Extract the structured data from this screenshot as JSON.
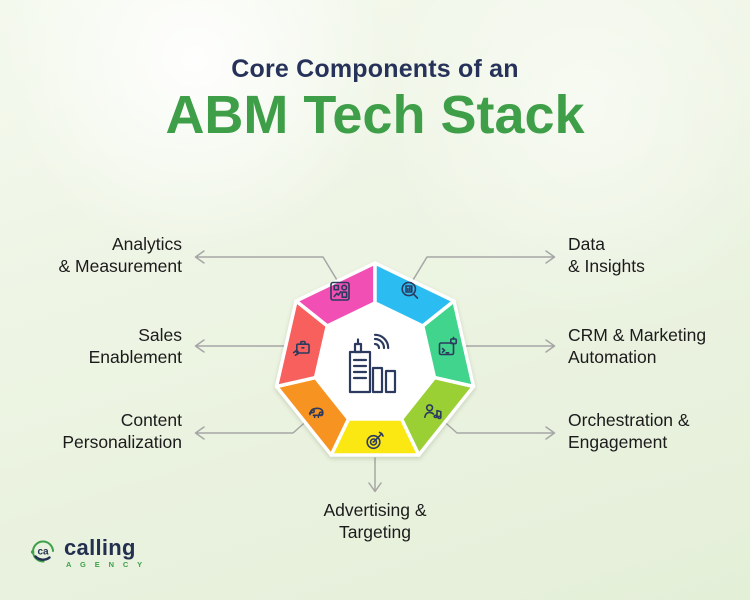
{
  "title": {
    "kicker": "Core Components of an",
    "main": "ABM Tech Stack"
  },
  "labels": {
    "analytics": {
      "line1": "Analytics",
      "line2": "& Measurement"
    },
    "data": {
      "line1": "Data",
      "line2": "& Insights"
    },
    "crm": {
      "line1": "CRM & Marketing",
      "line2": "Automation"
    },
    "orchestration": {
      "line1": "Orchestration &",
      "line2": "Engagement"
    },
    "advertising": {
      "line1": "Advertising &",
      "line2": "Targeting"
    },
    "content": {
      "line1": "Content",
      "line2": "Personalization"
    },
    "sales": {
      "line1": "Sales",
      "line2": "Enablement"
    }
  },
  "segments": {
    "analytics": {
      "color": "#f24fb5",
      "icon": "analytics-report-icon"
    },
    "data": {
      "color": "#2bbdf2",
      "icon": "search-analytics-icon"
    },
    "crm": {
      "color": "#40d48d",
      "icon": "automation-bot-icon"
    },
    "orchestration": {
      "color": "#9bd034",
      "icon": "engagement-user-icon"
    },
    "advertising": {
      "color": "#fbe711",
      "icon": "target-arrow-icon"
    },
    "content": {
      "color": "#f79321",
      "icon": "chameleon-icon"
    },
    "sales": {
      "color": "#f7605d",
      "icon": "sales-briefcase-icon"
    }
  },
  "colors": {
    "title_kicker": "#27325a",
    "title_main": "#3f9f49",
    "label_text": "#1b1b1b",
    "arrow": "#a6a6a6",
    "icon_stroke": "#2b3a5e",
    "hole_fill": "#ffffff",
    "logo_navy": "#24304f",
    "logo_green": "#3da14b"
  },
  "logo": {
    "monogram": "ca",
    "brand": "calling",
    "sub": "A G E N C Y"
  }
}
